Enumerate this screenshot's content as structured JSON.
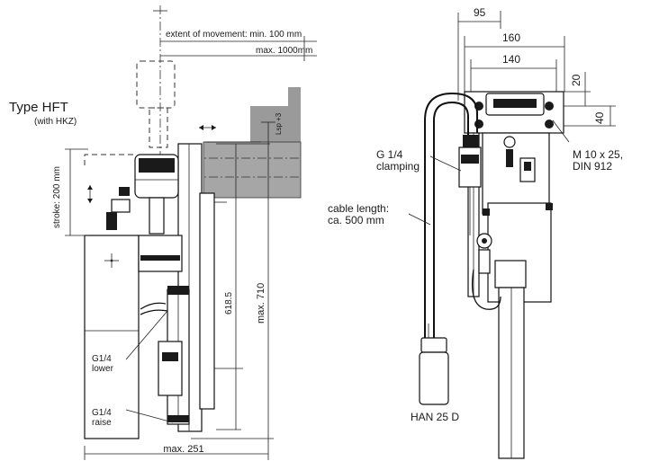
{
  "title": {
    "type": "Type   HFT",
    "subtitle": "(with HKZ)"
  },
  "left_view": {
    "extent_label": "extent of movement: min. 100 mm",
    "max_label": "max. 1000mm",
    "stroke_label": "stroke: 200 mm",
    "dim_618": "618.5",
    "dim_710": "max. 710",
    "dim_251": "max. 251",
    "stop_label": "Lsp +3",
    "g14_lower": "G1/4\nlower",
    "g14_raise": "G1/4\nraise"
  },
  "right_view": {
    "dim_95": "95",
    "dim_160": "160",
    "dim_140": "140",
    "dim_20": "20",
    "dim_40": "40",
    "g14_clamping": "G 1/4\nclamping",
    "bolt_label": "M 10 x 25,\nDIN 912",
    "cable_label": "cable length:\nca. 500 mm",
    "connector_label": "HAN 25 D"
  }
}
